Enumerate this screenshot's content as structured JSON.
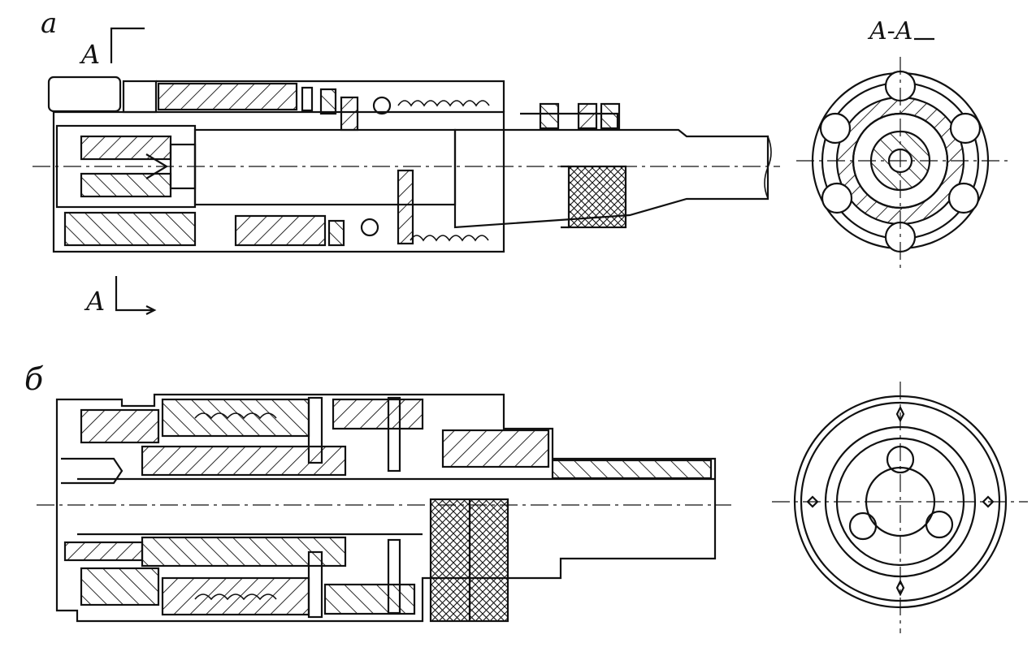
{
  "labels": {
    "view_a": "a",
    "view_b": "б",
    "section_mark_top": "A",
    "section_mark_bottom": "A",
    "section_title": "A-A"
  },
  "colors": {
    "ink": "#111111",
    "paper": "#ffffff"
  }
}
